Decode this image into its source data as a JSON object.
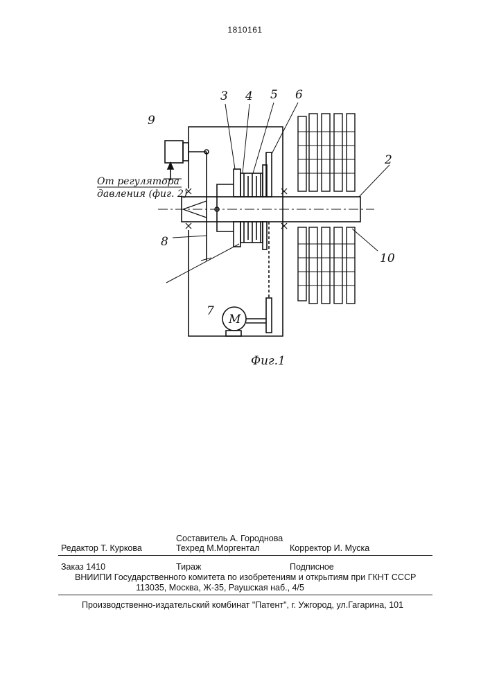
{
  "header": {
    "patent_number": "1810161"
  },
  "figure": {
    "caption": "Фиг.1",
    "source_note_line1": "От  регулятора",
    "source_note_line2": "давления (фиг. 2)",
    "motor_symbol": "M",
    "labels": [
      "9",
      "3",
      "4",
      "5",
      "6",
      "2",
      "8",
      "7",
      "10"
    ]
  },
  "imprint": {
    "compiler": "Составитель  А. Городнова",
    "editor": "Редактор  Т. Куркова",
    "techred": "Техред М.Моргентал",
    "corrector": "Корректор  И. Муска",
    "order": "Заказ  1410",
    "circulation": "Тираж",
    "subscription": "Подписное",
    "org": "ВНИИПИ Государственного комитета по изобретениям и открытиям при ГКНТ СССР",
    "address": "113035, Москва, Ж-35, Раушская наб., 4/5",
    "publisher": "Производственно-издательский комбинат \"Патент\", г. Ужгород, ул.Гагарина, 101"
  }
}
